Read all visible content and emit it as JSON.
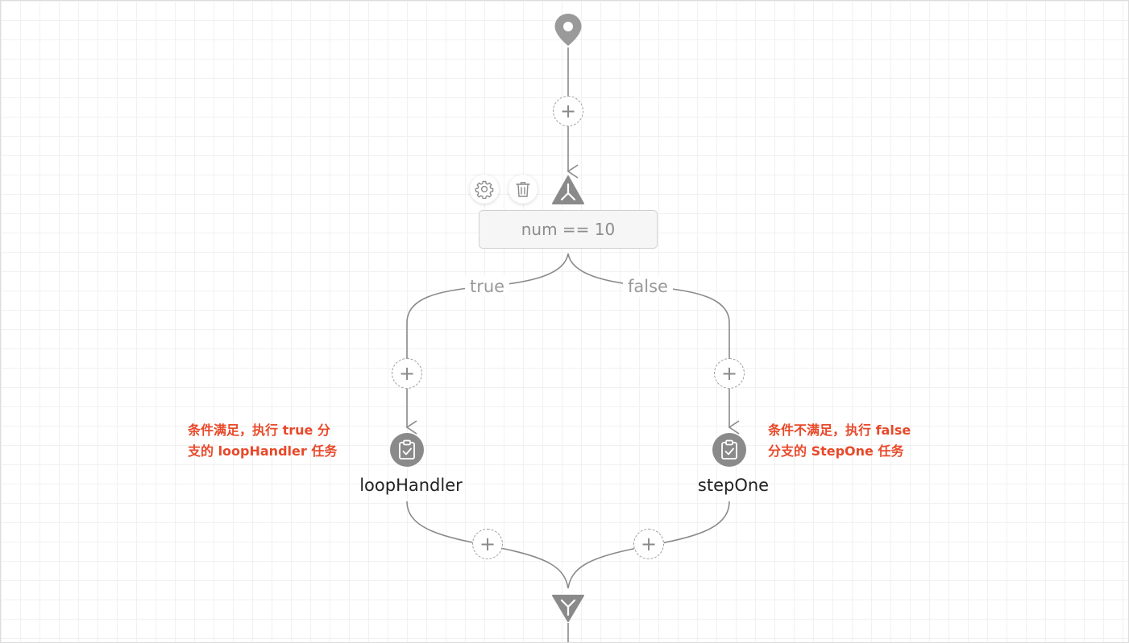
{
  "canvas": {
    "background": "#ffffff",
    "grid_color": "#f1f1f1",
    "line_color": "#8a8a8a"
  },
  "start_node": {
    "icon": "location-pin-icon"
  },
  "add_buttons": [
    {
      "name": "add-button-top",
      "symbol": "+"
    },
    {
      "name": "add-button-true-branch",
      "symbol": "+"
    },
    {
      "name": "add-button-false-branch",
      "symbol": "+"
    },
    {
      "name": "add-button-after-loophandler",
      "symbol": "+"
    },
    {
      "name": "add-button-after-stepone",
      "symbol": "+"
    }
  ],
  "condition_node": {
    "icon": "branch-split-icon",
    "expression": "num == 10",
    "tools": [
      {
        "name": "settings-button",
        "icon": "gear-icon"
      },
      {
        "name": "delete-button",
        "icon": "trash-icon"
      }
    ]
  },
  "branches": {
    "true_label": "true",
    "false_label": "false"
  },
  "tasks": {
    "loop_handler": {
      "label": "loopHandler",
      "icon": "clipboard-check-icon"
    },
    "step_one": {
      "label": "stepOne",
      "icon": "clipboard-check-icon"
    }
  },
  "annotations": {
    "left_line1": "条件满足，执行 true 分",
    "left_line2": "支的 loopHandler 任务",
    "right_line1": "条件不满足，执行 false",
    "right_line2": "分支的 StepOne 任务",
    "color": "#e8492a"
  },
  "merge_node": {
    "icon": "branch-merge-icon"
  }
}
